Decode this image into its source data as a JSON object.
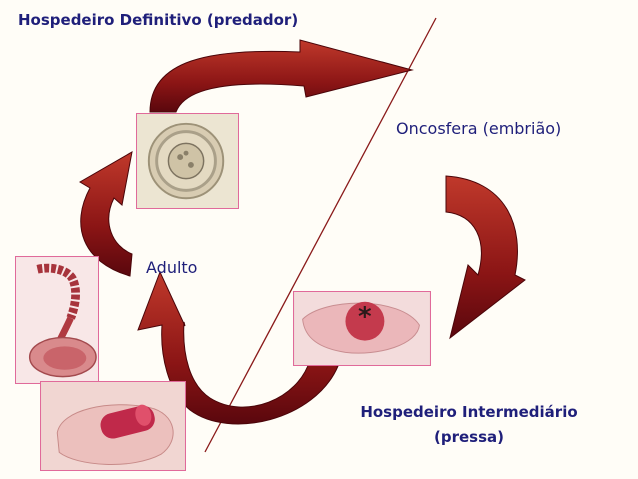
{
  "diagram": {
    "definitive_host_label": "Hospedeiro Definitivo (predador)",
    "oncosphere_label": "Oncosfera (embrião)",
    "adult_label": "Adulto",
    "intermediate_host_line1": "Hospedeiro Intermediário",
    "intermediate_host_line2": "(pressa)",
    "cyst_marker": "*"
  },
  "colors": {
    "arrow_dark": "#6e0a12",
    "arrow_light": "#c0392b",
    "text": "#1f1f7a",
    "photo_border": "#e06a9a",
    "divider": "#8a1a1a"
  },
  "icons": [
    "egg-photo",
    "adult-worm-photo",
    "cyst-photo",
    "scolex-photo"
  ]
}
